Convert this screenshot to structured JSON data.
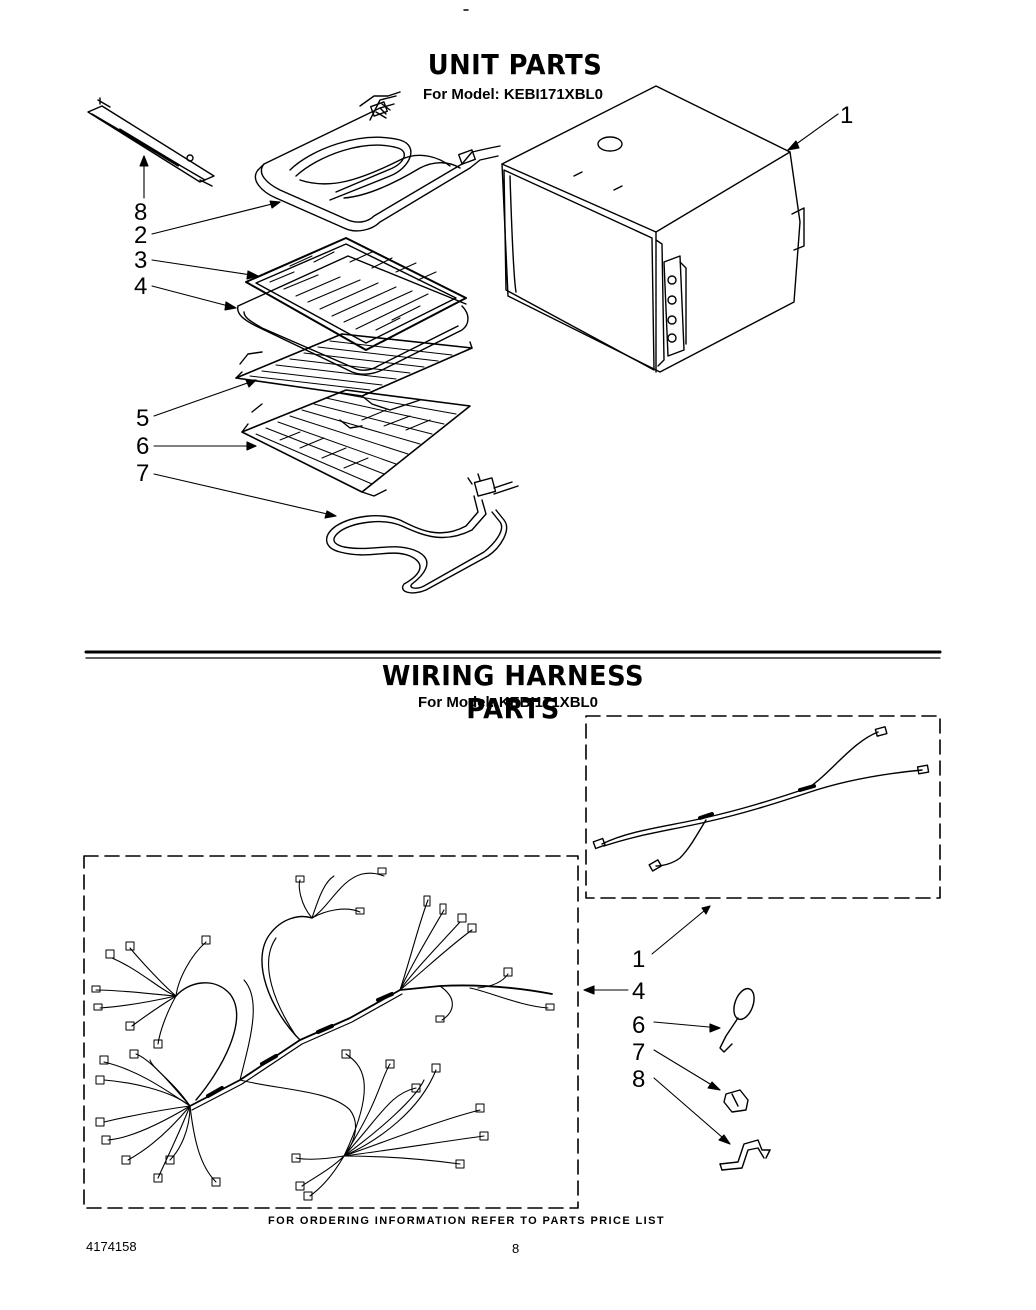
{
  "unit_parts": {
    "title": "UNIT PARTS",
    "model_line": "For Model: KEBI171XBL0",
    "callouts": [
      "1",
      "8",
      "2",
      "3",
      "4",
      "5",
      "6",
      "7"
    ]
  },
  "wiring_parts": {
    "title": "WIRING HARNESS PARTS",
    "model_line": "For Model: KEBI171XBL0",
    "callouts": [
      "1",
      "4",
      "6",
      "7",
      "8"
    ]
  },
  "footer": {
    "ordering_note": "FOR ORDERING INFORMATION REFER TO PARTS PRICE LIST",
    "doc_number": "4174158",
    "page_number": "8"
  }
}
